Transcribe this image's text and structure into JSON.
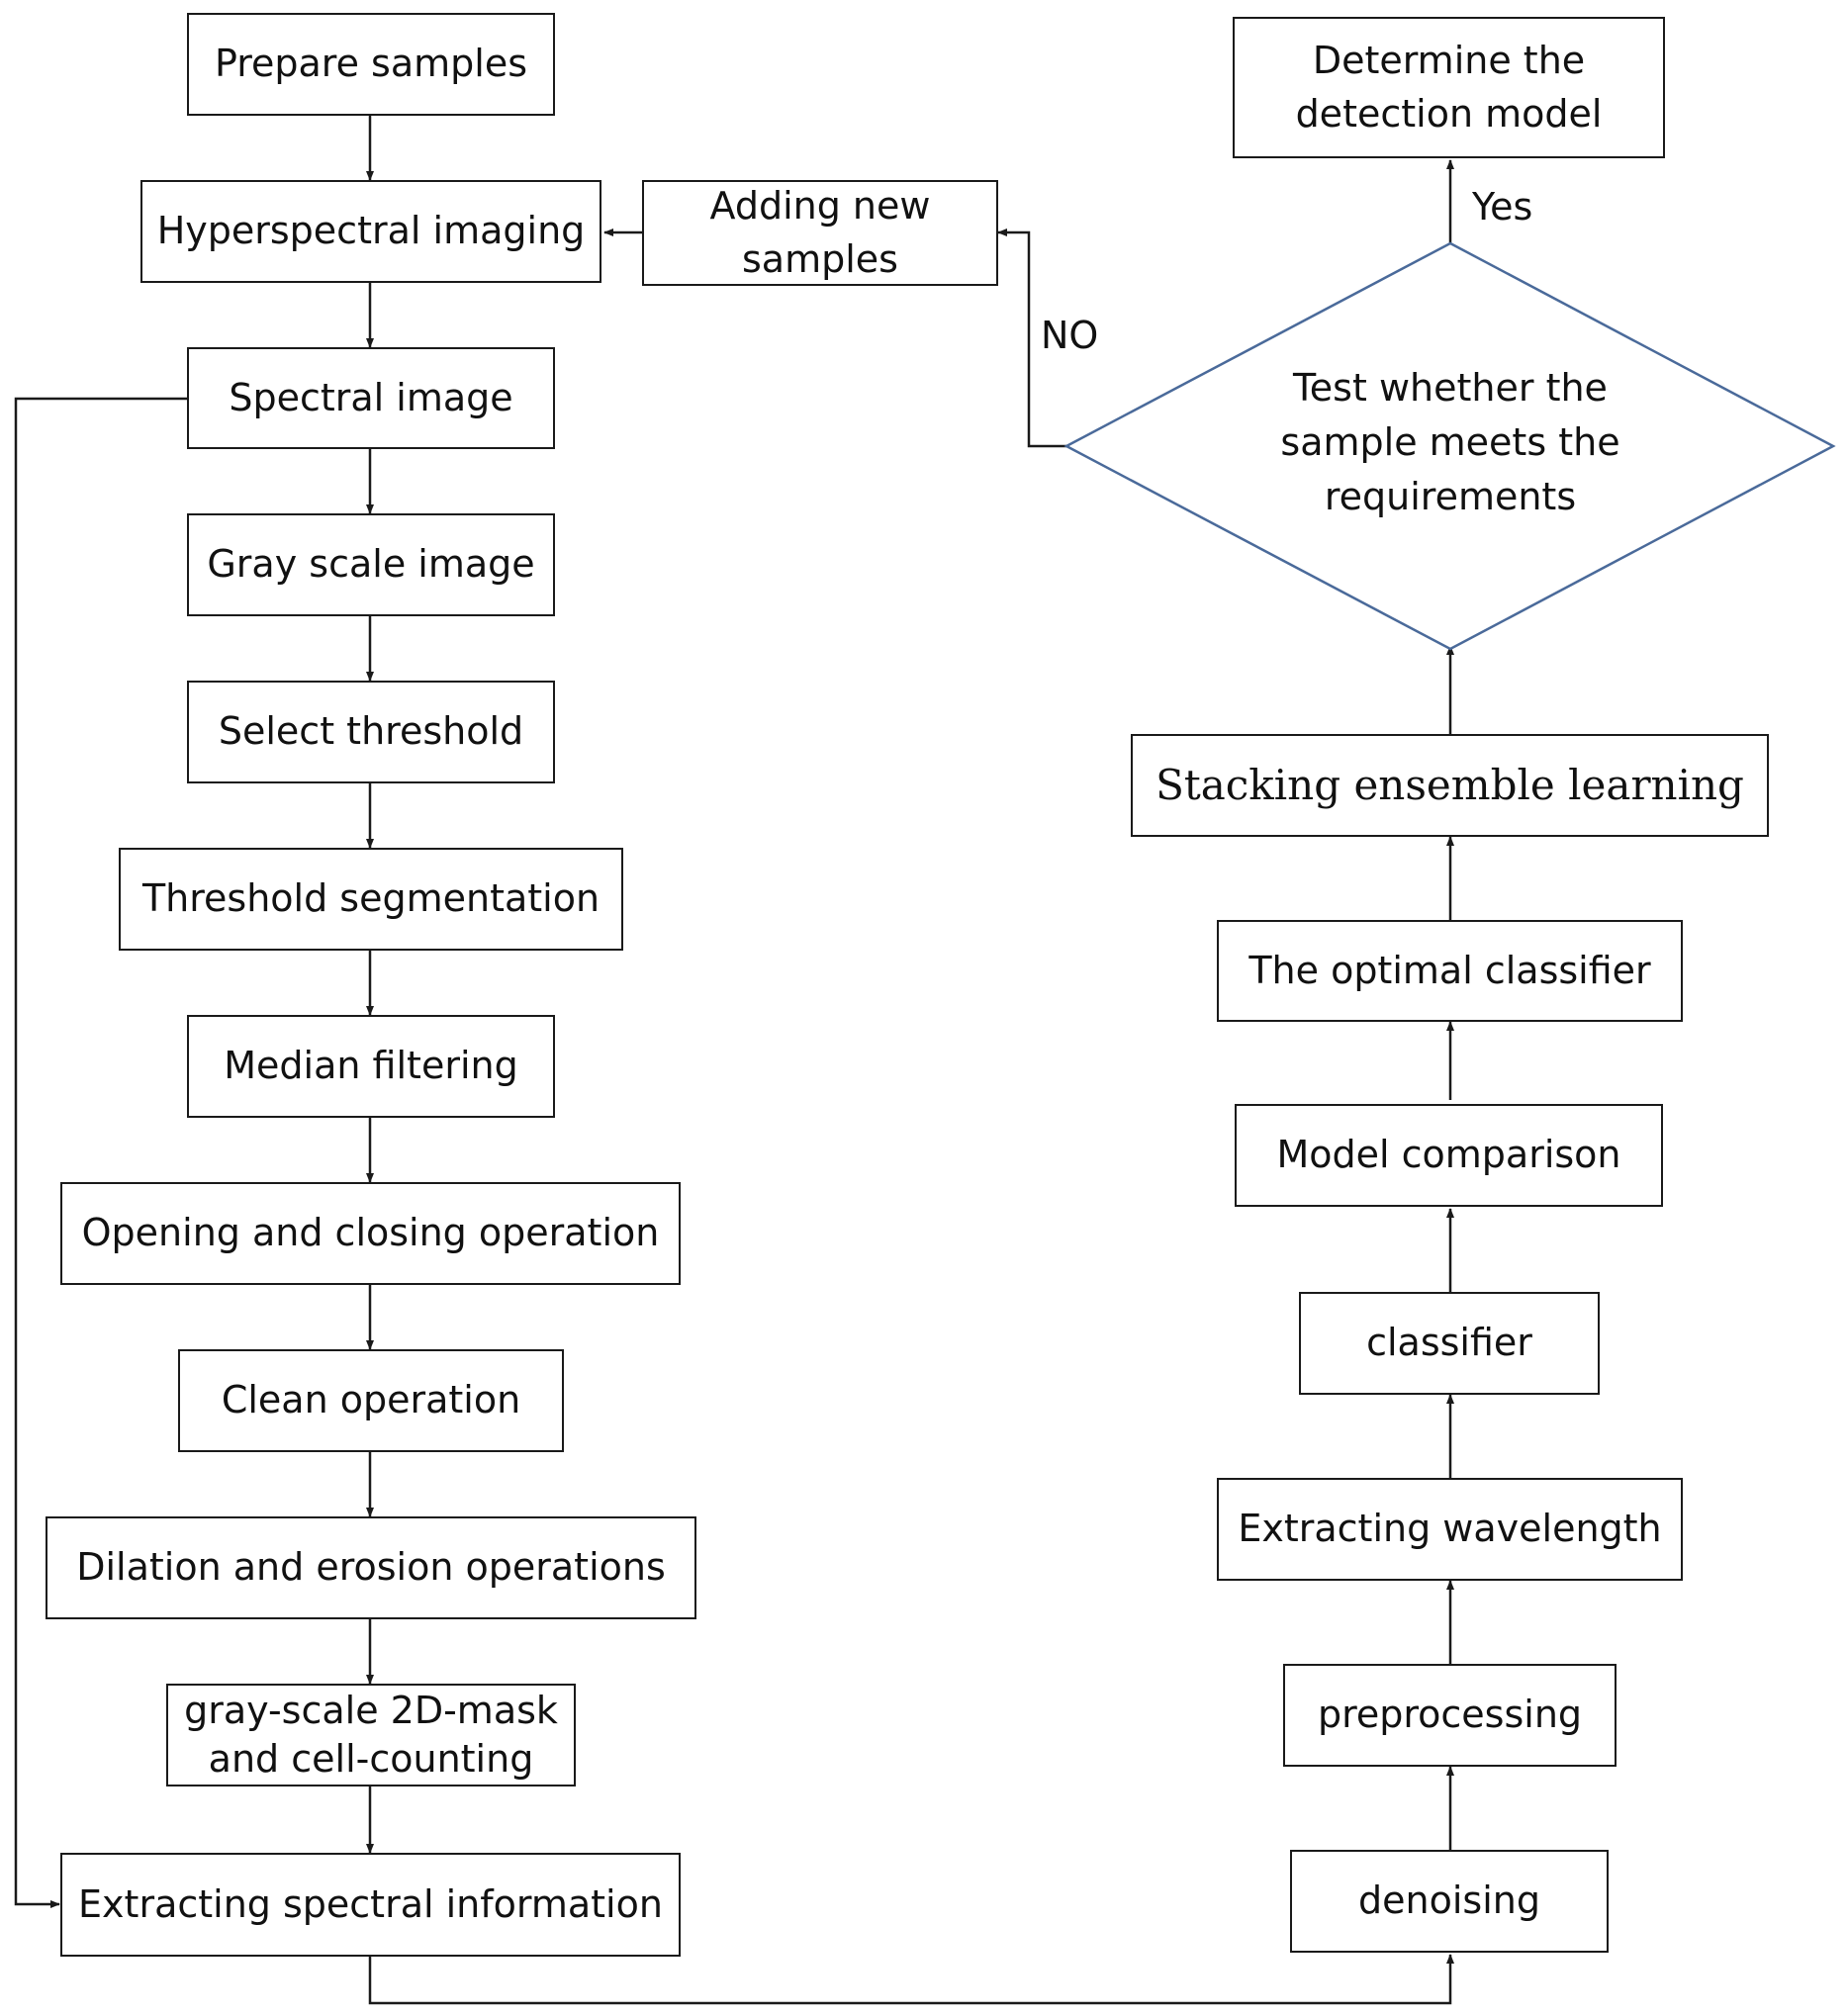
{
  "left_column": {
    "prepare_samples": "Prepare samples",
    "hyperspectral_imaging": "Hyperspectral imaging",
    "spectral_image": "Spectral image",
    "gray_scale_image": "Gray scale image",
    "select_threshold": "Select threshold",
    "threshold_segmentation": "Threshold segmentation",
    "median_filtering": "Median filtering",
    "opening_closing": "Opening and closing operation",
    "clean_operation": "Clean operation",
    "dilation_erosion": "Dilation and erosion operations",
    "mask_cell_counting": "gray-scale 2D-mask\nand cell-counting",
    "extracting_spectral": "Extracting spectral information"
  },
  "middle": {
    "adding_new_samples": "Adding new\nsamples"
  },
  "right_column": {
    "determine_model": "Determine the\ndetection model",
    "decision": "Test whether the\nsample meets the\nrequirements",
    "stacking": "Stacking ensemble learning",
    "optimal_classifier": "The optimal classifier",
    "model_comparison": "Model comparison",
    "classifier": "classifier",
    "extracting_wavelength": "Extracting wavelength",
    "preprocessing": "preprocessing",
    "denoising": "denoising"
  },
  "labels": {
    "yes": "Yes",
    "no": "NO"
  },
  "colors": {
    "diamond_stroke": "#4a6a9a",
    "line": "#1a1a1a"
  }
}
